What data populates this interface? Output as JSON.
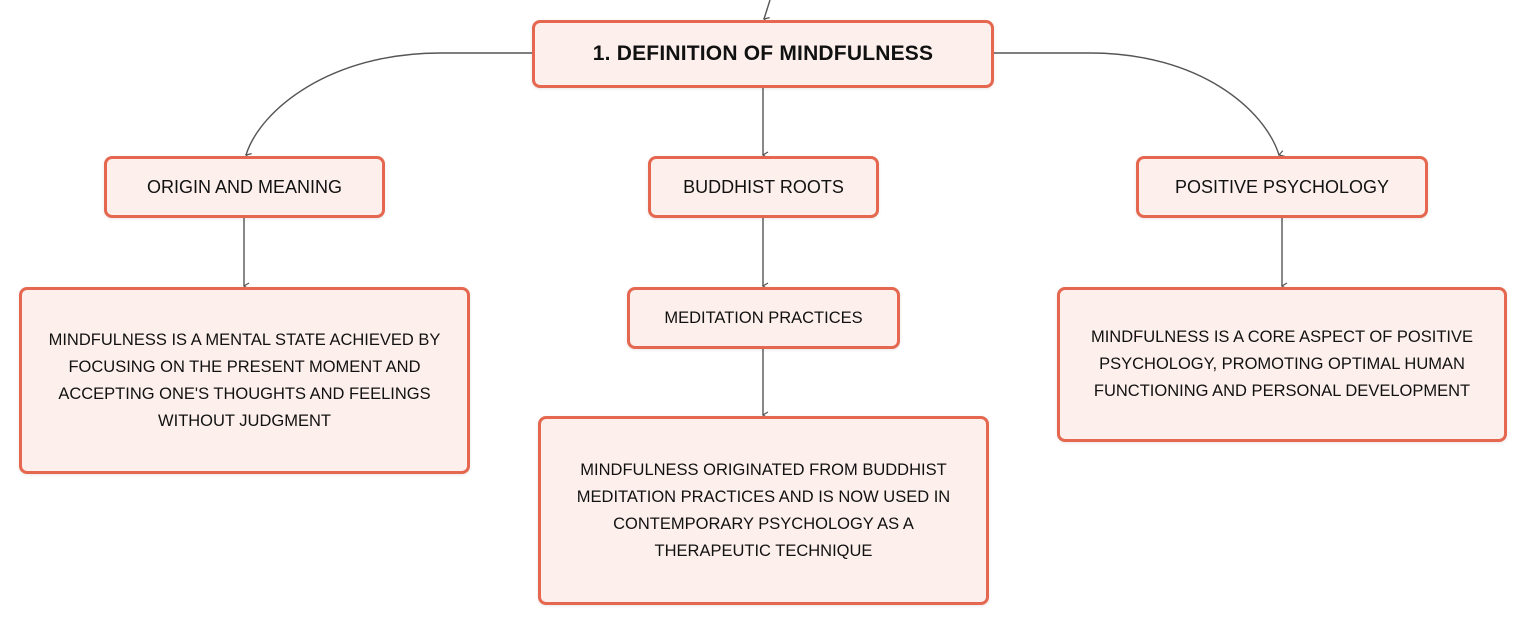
{
  "colors": {
    "node_border": "#e5674f",
    "node_fill": "#fdf0ec",
    "connector": "#555555"
  },
  "root": {
    "label": "1. DEFINITION OF MINDFULNESS"
  },
  "branches": {
    "origin": {
      "label": "ORIGIN AND MEANING",
      "description": "MINDFULNESS IS A MENTAL STATE ACHIEVED BY FOCUSING ON THE PRESENT MOMENT AND ACCEPTING ONE'S THOUGHTS AND FEELINGS WITHOUT JUDGMENT"
    },
    "buddhist": {
      "label": "BUDDHIST ROOTS",
      "child": "MEDITATION PRACTICES",
      "description": "MINDFULNESS ORIGINATED FROM BUDDHIST MEDITATION PRACTICES AND IS NOW USED IN CONTEMPORARY PSYCHOLOGY AS A THERAPEUTIC TECHNIQUE"
    },
    "positive": {
      "label": "POSITIVE PSYCHOLOGY",
      "description": "MINDFULNESS IS A CORE ASPECT OF POSITIVE PSYCHOLOGY, PROMOTING OPTIMAL HUMAN FUNCTIONING AND PERSONAL DEVELOPMENT"
    }
  }
}
